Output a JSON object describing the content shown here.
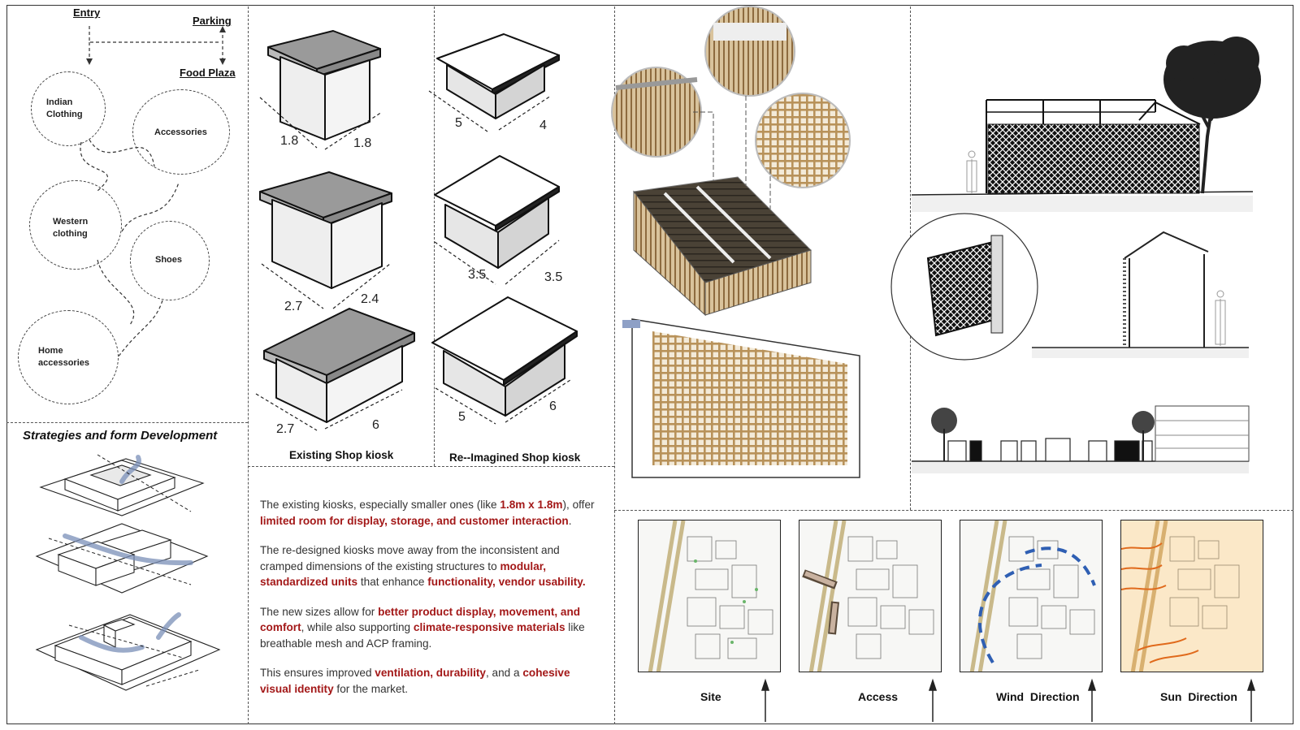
{
  "bubble_diagram": {
    "entry": "Entry",
    "parking": "Parking",
    "food_plaza": "Food Plaza",
    "zones": [
      "Indian\nClothing",
      "Accessories",
      "Western\nclothing",
      "Shoes",
      "Home\naccessories"
    ]
  },
  "strategies": {
    "heading": "Strategies and form Development"
  },
  "kiosks": {
    "existing_caption": "Existing Shop kiosk",
    "reimagined_caption": "Re--Imagined Shop kiosk",
    "existing_dims": [
      "1.8",
      "1.8",
      "2.7",
      "2.4",
      "2.7",
      "6"
    ],
    "reimagined_dims": [
      "5",
      "4",
      "3.5",
      "3.5",
      "5",
      "6"
    ]
  },
  "description": {
    "p1": [
      {
        "t": "The existing kiosks, especially smaller ones (like "
      },
      {
        "t": "1.8m x 1.8m",
        "hl": true
      },
      {
        "t": "), offer "
      },
      {
        "t": "limited room for display, storage, and customer interaction",
        "hl": true
      },
      {
        "t": "."
      }
    ],
    "p2": [
      {
        "t": "The re-designed kiosks move away from the inconsistent and cramped dimensions of the existing structures to  "
      },
      {
        "t": "modular, standardized units",
        "hl": true
      },
      {
        "t": " that enhance "
      },
      {
        "t": "functionality, vendor usability.",
        "hl": true
      }
    ],
    "p3": [
      {
        "t": " The new sizes allow for "
      },
      {
        "t": "better product display, movement, and comfort",
        "hl": true
      },
      {
        "t": ", while also supporting "
      },
      {
        "t": "climate-responsive materials",
        "hl": true
      },
      {
        "t": " like breathable mesh and ACP framing."
      }
    ],
    "p4": [
      {
        "t": " This ensures improved "
      },
      {
        "t": "ventilation, durability",
        "hl": true
      },
      {
        "t": ", and a "
      },
      {
        "t": "cohesive visual identity",
        "hl": true
      },
      {
        "t": " for the market."
      }
    ]
  },
  "analysis_maps": [
    {
      "label": "Site"
    },
    {
      "label": "Access"
    },
    {
      "label": "Wind  Direction"
    },
    {
      "label": "Sun  Direction"
    }
  ],
  "colors": {
    "highlight": "#a31818",
    "wind": "#2f5fb3",
    "sun": "#e06a1c",
    "timber": "#b8925a"
  }
}
